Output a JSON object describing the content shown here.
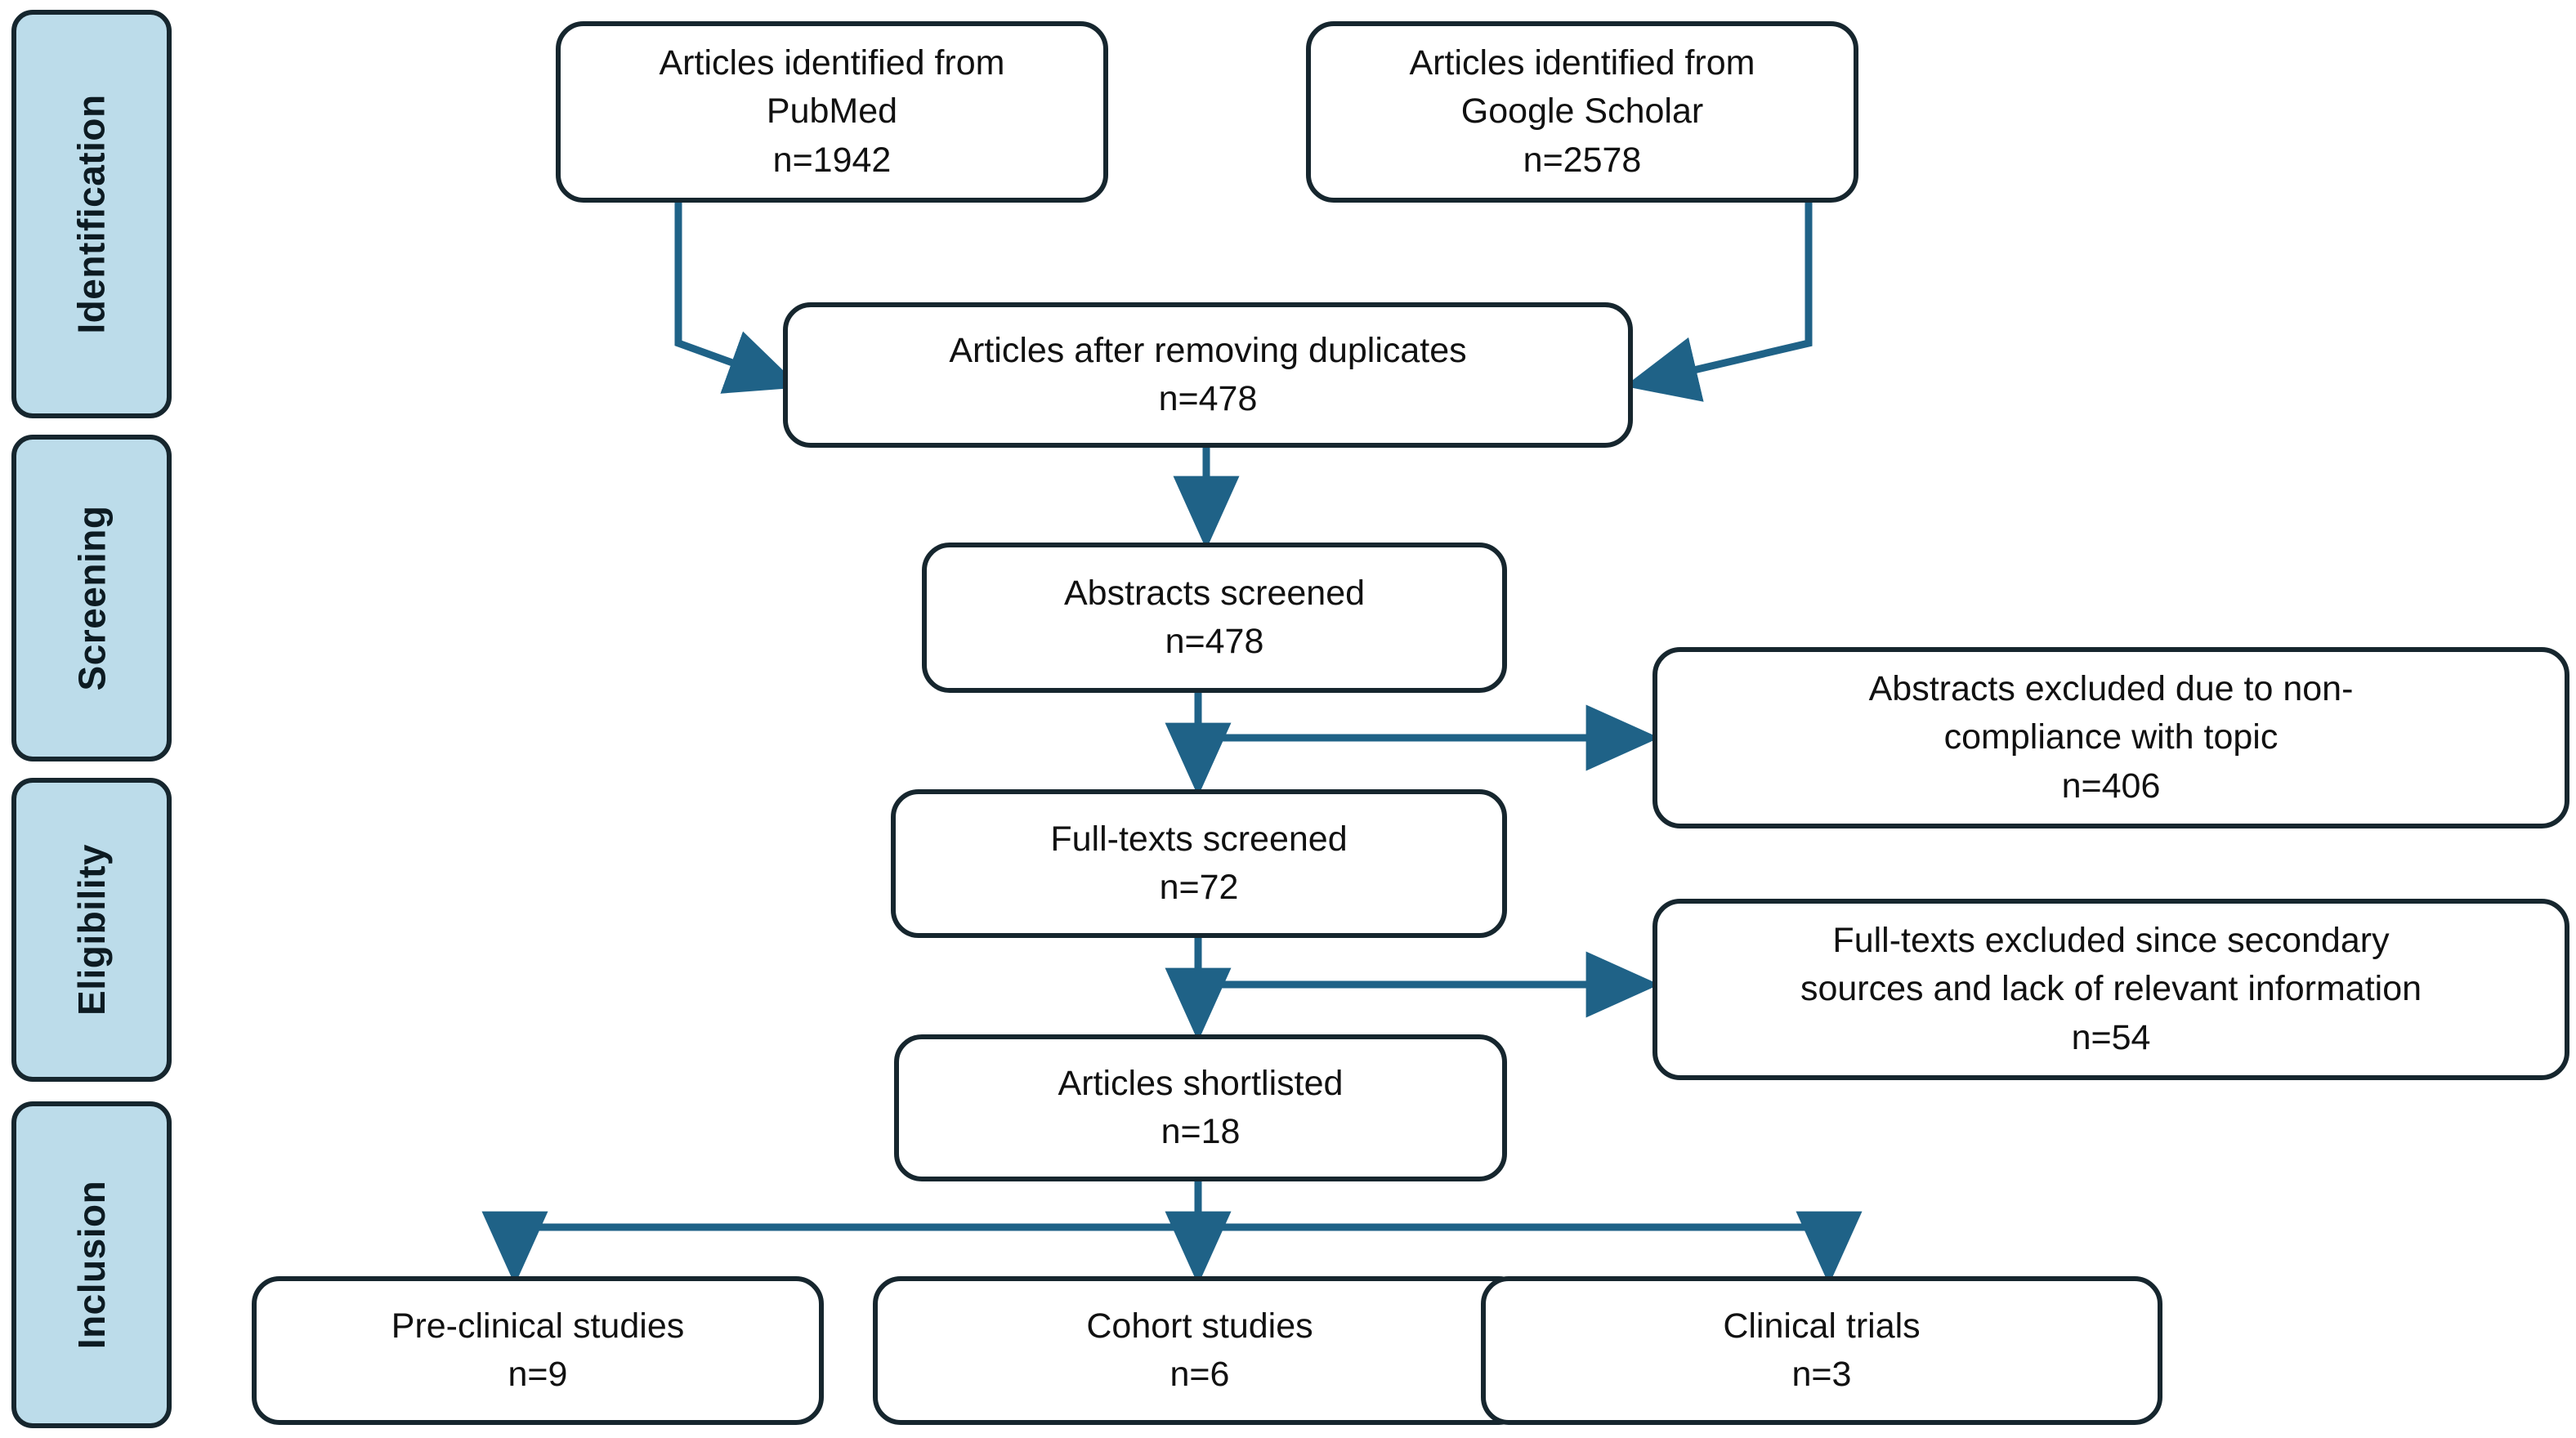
{
  "diagram": {
    "type": "prisma-flow-diagram",
    "colors": {
      "stage_fill": "#BCDCEA",
      "box_border": "#16262E",
      "connector": "#1F6287",
      "background": "#FFFFFF",
      "text": "#111111"
    }
  },
  "stages": [
    {
      "label": "Identification"
    },
    {
      "label": "Screening"
    },
    {
      "label": "Eligibility"
    },
    {
      "label": "Inclusion"
    }
  ],
  "nodes": {
    "pubmed": {
      "line1": "Articles identified from",
      "line2": "PubMed",
      "count": "n=1942"
    },
    "scholar": {
      "line1": "Articles identified from",
      "line2": "Google Scholar",
      "count": "n=2578"
    },
    "duplicates": {
      "line1": "Articles after removing duplicates",
      "count": "n=478"
    },
    "abstracts": {
      "line1": "Abstracts screened",
      "count": "n=478"
    },
    "abstracts_excluded": {
      "line1": "Abstracts excluded due to non-",
      "line2": "compliance with topic",
      "count": "n=406"
    },
    "fulltexts": {
      "line1": "Full-texts screened",
      "count": "n=72"
    },
    "fulltexts_excluded": {
      "line1": "Full-texts excluded since secondary",
      "line2": "sources and lack of relevant information",
      "count": "n=54"
    },
    "shortlisted": {
      "line1": "Articles shortlisted",
      "count": "n=18"
    },
    "preclinical": {
      "line1": "Pre-clinical studies",
      "count": "n=9"
    },
    "cohort": {
      "line1": "Cohort studies",
      "count": "n=6"
    },
    "trials": {
      "line1": "Clinical trials",
      "count": "n=3"
    }
  },
  "chart_data": {
    "type": "flowchart",
    "title": "PRISMA study selection flow",
    "stages": [
      "Identification",
      "Screening",
      "Eligibility",
      "Inclusion"
    ],
    "counts": {
      "PubMed": 1942,
      "Google Scholar": 2578,
      "After removing duplicates": 478,
      "Abstracts screened": 478,
      "Abstracts excluded due to non-compliance with topic": 406,
      "Full-texts screened": 72,
      "Full-texts excluded since secondary sources and lack of relevant information": 54,
      "Articles shortlisted": 18,
      "Pre-clinical studies": 9,
      "Cohort studies": 6,
      "Clinical trials": 3
    }
  }
}
